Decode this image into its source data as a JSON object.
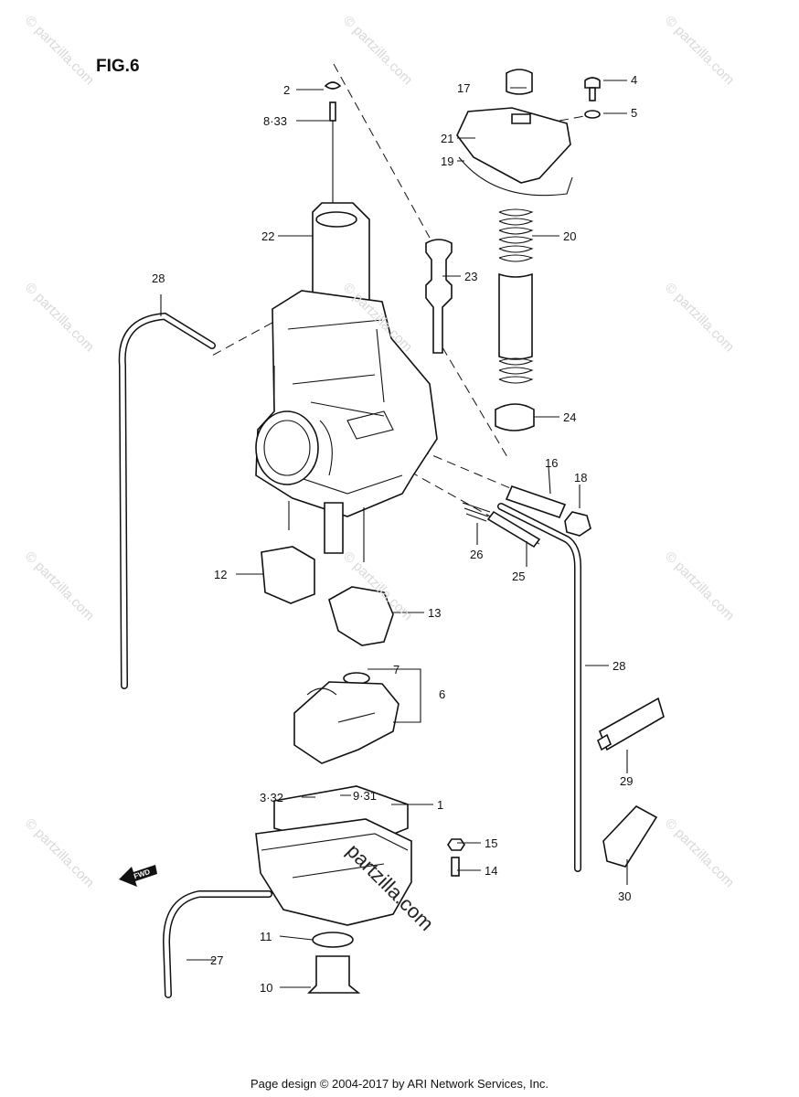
{
  "diagram": {
    "figure_title": "FIG.6",
    "part_labels": {
      "p1": "1",
      "p2": "2",
      "p3_32": "3·32",
      "p4": "4",
      "p5": "5",
      "p6": "6",
      "p7": "7",
      "p8_33": "8·33",
      "p9_31": "9·31",
      "p10": "10",
      "p11": "11",
      "p12": "12",
      "p13": "13",
      "p14": "14",
      "p15": "15",
      "p16": "16",
      "p17": "17",
      "p18": "18",
      "p19": "19",
      "p20": "20",
      "p21": "21",
      "p22": "22",
      "p23": "23",
      "p24": "24",
      "p25": "25",
      "p26": "26",
      "p27": "27",
      "p28a": "28",
      "p28b": "28",
      "p29": "29",
      "p30": "30"
    },
    "fwd_marker": "FWD",
    "watermark_text": "© partzilla.com",
    "center_watermark": "partzilla.com",
    "footer": "Page design © 2004-2017 by ARI Network Services, Inc."
  }
}
